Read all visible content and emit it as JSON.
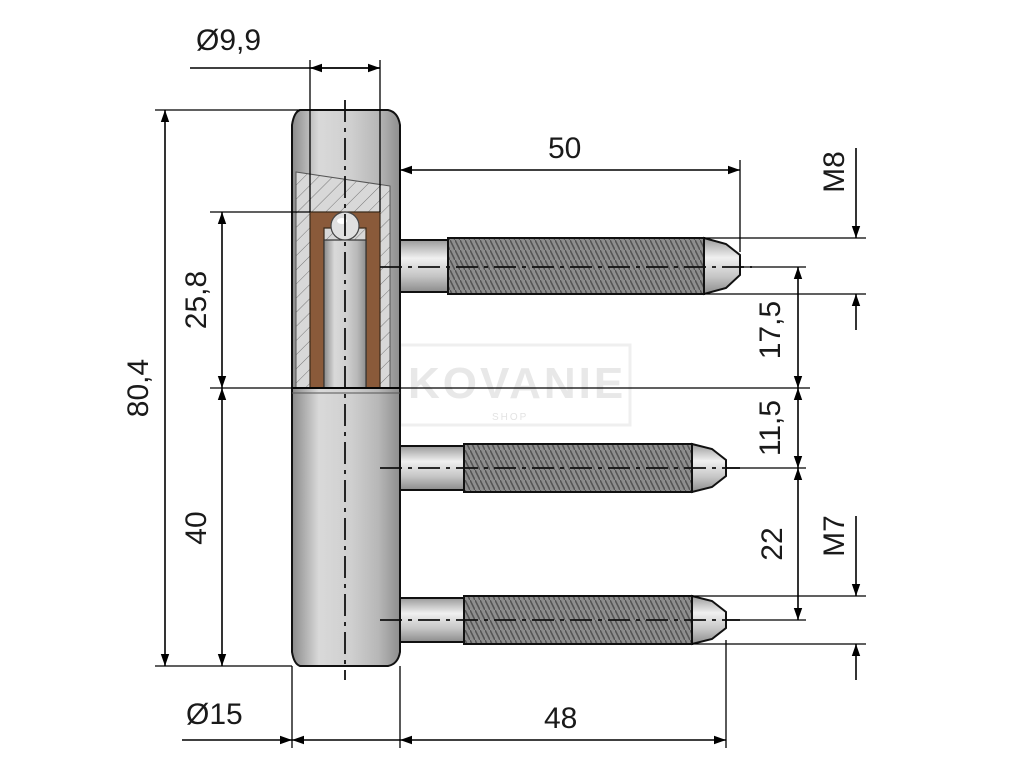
{
  "dimensions": {
    "barrel_top_diameter": "Ø9,9",
    "barrel_bottom_diameter": "Ø15",
    "upper_pin_length": "50",
    "lower_pin_length": "48",
    "total_height": "80,4",
    "upper_part_height": "25,8",
    "lower_part_height": "40",
    "upper_thread": "M8",
    "lower_thread": "M7",
    "upper_pin_offset": "17,5",
    "lower_pin_offset": "11,5",
    "pin_spacing": "22"
  },
  "watermark": {
    "brand": "KOVANIE",
    "sub": "SHOP"
  },
  "colors": {
    "metal_light": "#e9e9e9",
    "metal_mid": "#b8b8b8",
    "metal_dark": "#7d7d7d",
    "thread": "#6f6f6f",
    "bronze": "#8a5a3a"
  }
}
